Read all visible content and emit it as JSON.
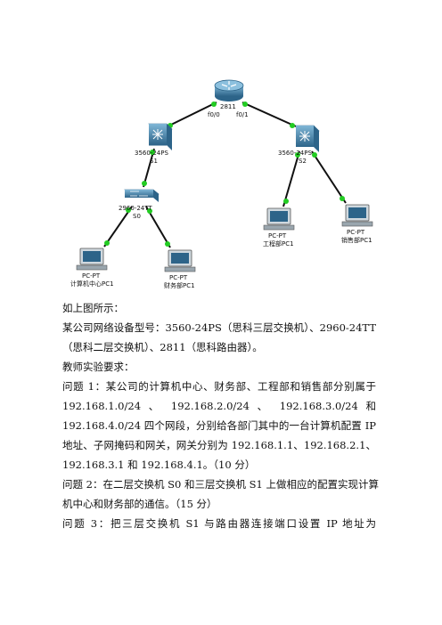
{
  "diagram": {
    "router": {
      "model": "2811",
      "port_left": "f0/0",
      "port_right": "f0/1"
    },
    "s1": {
      "model": "3560-24PS",
      "name": "S1"
    },
    "s2": {
      "model": "3560-24PS",
      "name": "S2"
    },
    "s0": {
      "model": "2960-24TT",
      "name": "S0"
    },
    "pc_compcenter": {
      "type": "PC-PT",
      "name": "计算机中心PC1"
    },
    "pc_finance": {
      "type": "PC-PT",
      "name": "财务部PC1"
    },
    "pc_engineering": {
      "type": "PC-PT",
      "name": "工程部PC1"
    },
    "pc_sales": {
      "type": "PC-PT",
      "name": "销售部PC1"
    },
    "colors": {
      "link": "#111111",
      "link_dot": "#22cc22",
      "device": "#4f8fb4",
      "device_dark": "#2d6489"
    }
  },
  "text": {
    "caption": "如上图所示：",
    "line1": "某公司网络设备型号：3560-24PS（思科三层交换机）、2960-24TT",
    "line2": "（思科二层交换机）、2811（思科路由器）。",
    "line3": "教师实验要求：",
    "q1_l1": "问题 1：某公司的计算机中心、财务部、工程部和销售部分别属于",
    "q1_l2": "192.168.1.0/24 、 192.168.2.0/24 、 192.168.3.0/24 和",
    "q1_l3": "192.168.4.0/24 四个网段，分别给各部门其中的一台计算机配置 IP",
    "q1_l4": "地址、子网掩码和网关，网关分别为 192.168.1.1、192.168.2.1、",
    "q1_l5": "192.168.3.1 和 192.168.4.1。（10 分）",
    "q2_l1": "问题 2：在二层交换机 S0 和三层交换机 S1 上做相应的配置实现计算",
    "q2_l2": "机中心和财务部的通信。（15 分）",
    "q3_l1": "问题 3：把三层交换机 S1 与路由器连接端口设置 IP 地址为"
  }
}
